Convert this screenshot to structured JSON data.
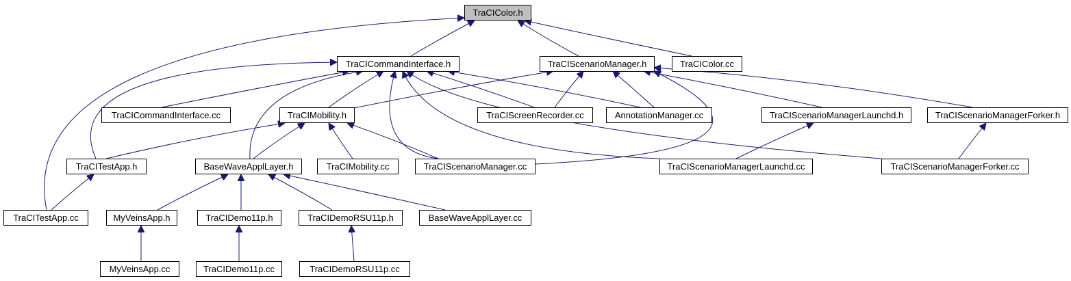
{
  "diagram": {
    "type": "include-dependency-graph",
    "edge_color": "#191970",
    "root_fill": "#bfbfbf",
    "nodes": [
      {
        "id": "tracicolor_h",
        "label": "TraCIColor.h",
        "root": true
      },
      {
        "id": "tracicommandinterface_h",
        "label": "TraCICommandInterface.h"
      },
      {
        "id": "traciscenariomanager_h",
        "label": "TraCIScenarioManager.h"
      },
      {
        "id": "tracicolor_cc",
        "label": "TraCIColor.cc"
      },
      {
        "id": "tracicommandinterface_cc",
        "label": "TraCICommandInterface.cc"
      },
      {
        "id": "tracimobility_h",
        "label": "TraCIMobility.h"
      },
      {
        "id": "traciscreenrecorder_cc",
        "label": "TraCIScreenRecorder.cc"
      },
      {
        "id": "annotationmanager_cc",
        "label": "AnnotationManager.cc"
      },
      {
        "id": "traciscenariomanagerlaunchd_h",
        "label": "TraCIScenarioManagerLaunchd.h"
      },
      {
        "id": "traciscenariomanagerforker_h",
        "label": "TraCIScenarioManagerForker.h"
      },
      {
        "id": "tracitestapp_h",
        "label": "TraCITestApp.h"
      },
      {
        "id": "basewaveappllayer_h",
        "label": "BaseWaveApplLayer.h"
      },
      {
        "id": "tracimobility_cc",
        "label": "TraCIMobility.cc"
      },
      {
        "id": "traciscenariomanager_cc",
        "label": "TraCIScenarioManager.cc"
      },
      {
        "id": "traciscenariomanagerlaunchd_cc",
        "label": "TraCIScenarioManagerLaunchd.cc"
      },
      {
        "id": "traciscenariomanagerforker_cc",
        "label": "TraCIScenarioManagerForker.cc"
      },
      {
        "id": "tracitestapp_cc",
        "label": "TraCITestApp.cc"
      },
      {
        "id": "myveinsapp_h",
        "label": "MyVeinsApp.h"
      },
      {
        "id": "tracidemo11p_h",
        "label": "TraCIDemo11p.h"
      },
      {
        "id": "tracidemorsu11p_h",
        "label": "TraCIDemoRSU11p.h"
      },
      {
        "id": "basewaveappllayer_cc",
        "label": "BaseWaveApplLayer.cc"
      },
      {
        "id": "myveinsapp_cc",
        "label": "MyVeinsApp.cc"
      },
      {
        "id": "tracidemo11p_cc",
        "label": "TraCIDemo11p.cc"
      },
      {
        "id": "tracidemorsu11p_cc",
        "label": "TraCIDemoRSU11p.cc"
      }
    ],
    "edges": [
      {
        "from": "tracicommandinterface_h",
        "to": "tracicolor_h"
      },
      {
        "from": "traciscenariomanager_h",
        "to": "tracicolor_h"
      },
      {
        "from": "tracicolor_cc",
        "to": "tracicolor_h"
      },
      {
        "from": "tracitestapp_cc",
        "to": "tracicolor_h"
      },
      {
        "from": "tracicommandinterface_cc",
        "to": "tracicommandinterface_h"
      },
      {
        "from": "tracimobility_h",
        "to": "tracicommandinterface_h"
      },
      {
        "from": "traciscreenrecorder_cc",
        "to": "tracicommandinterface_h"
      },
      {
        "from": "annotationmanager_cc",
        "to": "tracicommandinterface_h"
      },
      {
        "from": "tracitestapp_h",
        "to": "tracicommandinterface_h"
      },
      {
        "from": "basewaveappllayer_h",
        "to": "tracicommandinterface_h"
      },
      {
        "from": "traciscenariomanager_cc",
        "to": "tracicommandinterface_h"
      },
      {
        "from": "traciscenariomanagerlaunchd_cc",
        "to": "tracicommandinterface_h"
      },
      {
        "from": "traciscenariomanagerforker_cc",
        "to": "tracicommandinterface_h"
      },
      {
        "from": "tracimobility_h",
        "to": "traciscenariomanager_h"
      },
      {
        "from": "traciscreenrecorder_cc",
        "to": "traciscenariomanager_h"
      },
      {
        "from": "annotationmanager_cc",
        "to": "traciscenariomanager_h"
      },
      {
        "from": "traciscenariomanagerlaunchd_h",
        "to": "traciscenariomanager_h"
      },
      {
        "from": "traciscenariomanagerforker_h",
        "to": "traciscenariomanager_h"
      },
      {
        "from": "traciscenariomanager_cc",
        "to": "traciscenariomanager_h"
      },
      {
        "from": "tracitestapp_h",
        "to": "tracimobility_h"
      },
      {
        "from": "basewaveappllayer_h",
        "to": "tracimobility_h"
      },
      {
        "from": "tracimobility_cc",
        "to": "tracimobility_h"
      },
      {
        "from": "traciscenariomanager_cc",
        "to": "tracimobility_h"
      },
      {
        "from": "traciscenariomanagerlaunchd_cc",
        "to": "traciscenariomanagerlaunchd_h"
      },
      {
        "from": "traciscenariomanagerforker_cc",
        "to": "traciscenariomanagerforker_h"
      },
      {
        "from": "tracitestapp_cc",
        "to": "tracitestapp_h"
      },
      {
        "from": "myveinsapp_h",
        "to": "basewaveappllayer_h"
      },
      {
        "from": "tracidemo11p_h",
        "to": "basewaveappllayer_h"
      },
      {
        "from": "tracidemorsu11p_h",
        "to": "basewaveappllayer_h"
      },
      {
        "from": "basewaveappllayer_cc",
        "to": "basewaveappllayer_h"
      },
      {
        "from": "myveinsapp_cc",
        "to": "myveinsapp_h"
      },
      {
        "from": "tracidemo11p_cc",
        "to": "tracidemo11p_h"
      },
      {
        "from": "tracidemorsu11p_cc",
        "to": "tracidemorsu11p_h"
      }
    ]
  }
}
